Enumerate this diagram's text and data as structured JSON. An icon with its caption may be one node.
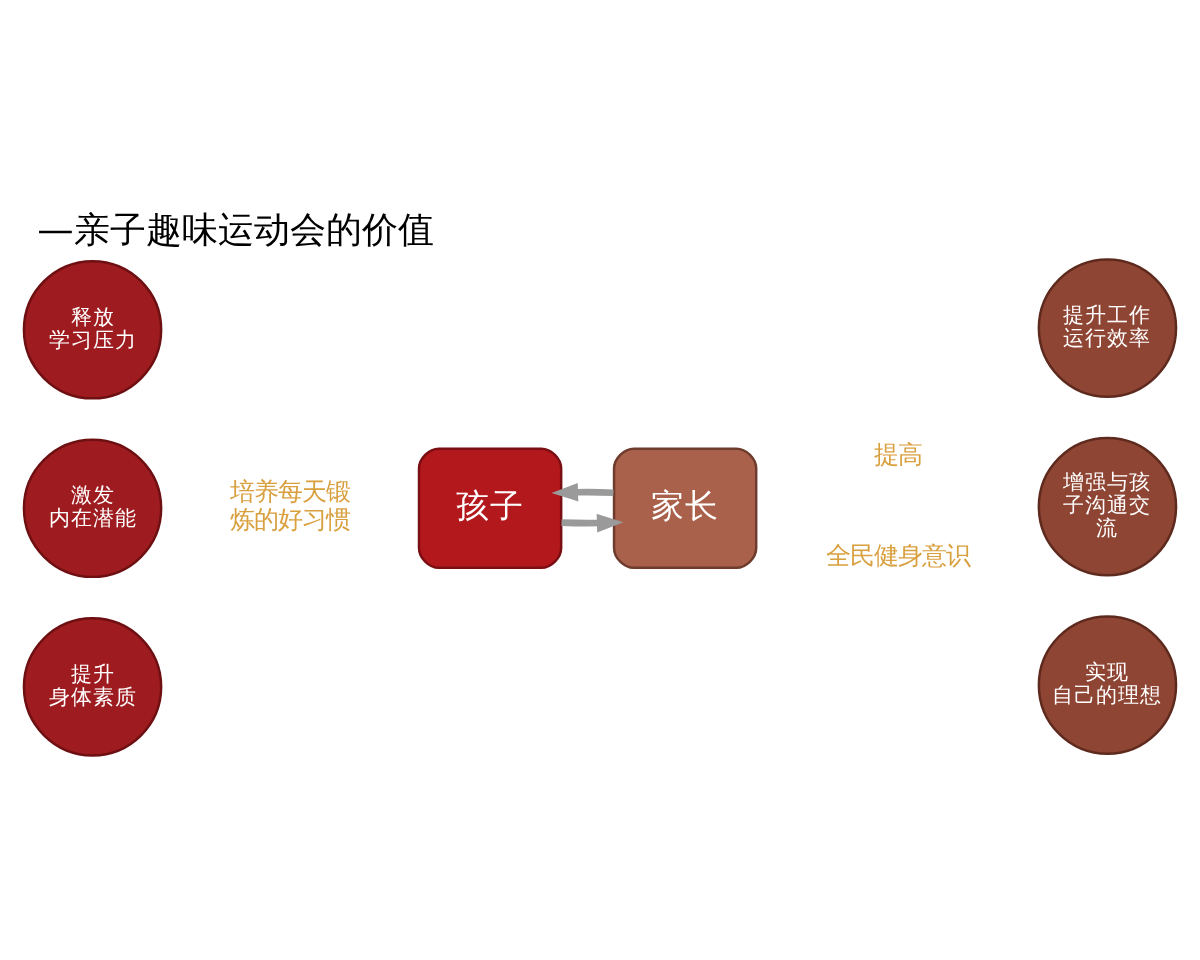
{
  "diagram": {
    "title": "—亲子趣味运动会的价值",
    "nodes": [
      {
        "text": [
          "释放",
          "学习压力"
        ]
      },
      {
        "text": [
          "激发",
          "内在潜能"
        ]
      },
      {
        "text": [
          "提升",
          "身体素质"
        ]
      },
      {
        "text": [
          "孩子"
        ]
      },
      {
        "text": [
          "家长"
        ]
      },
      {
        "text": [
          "提升工作运行效率"
        ]
      },
      {
        "text": [
          "增强与孩子沟通交流"
        ]
      },
      {
        "text": [
          "实现",
          "自己的理想"
        ]
      }
    ],
    "edges": [
      {
        "from": 3,
        "to": 4,
        "arrow": "to"
      },
      {
        "from": 4,
        "to": 3,
        "arrow": "to"
      }
    ],
    "labels": [
      "培养每天锻炼的好习惯",
      "提高",
      "全民健身意识"
    ]
  }
}
